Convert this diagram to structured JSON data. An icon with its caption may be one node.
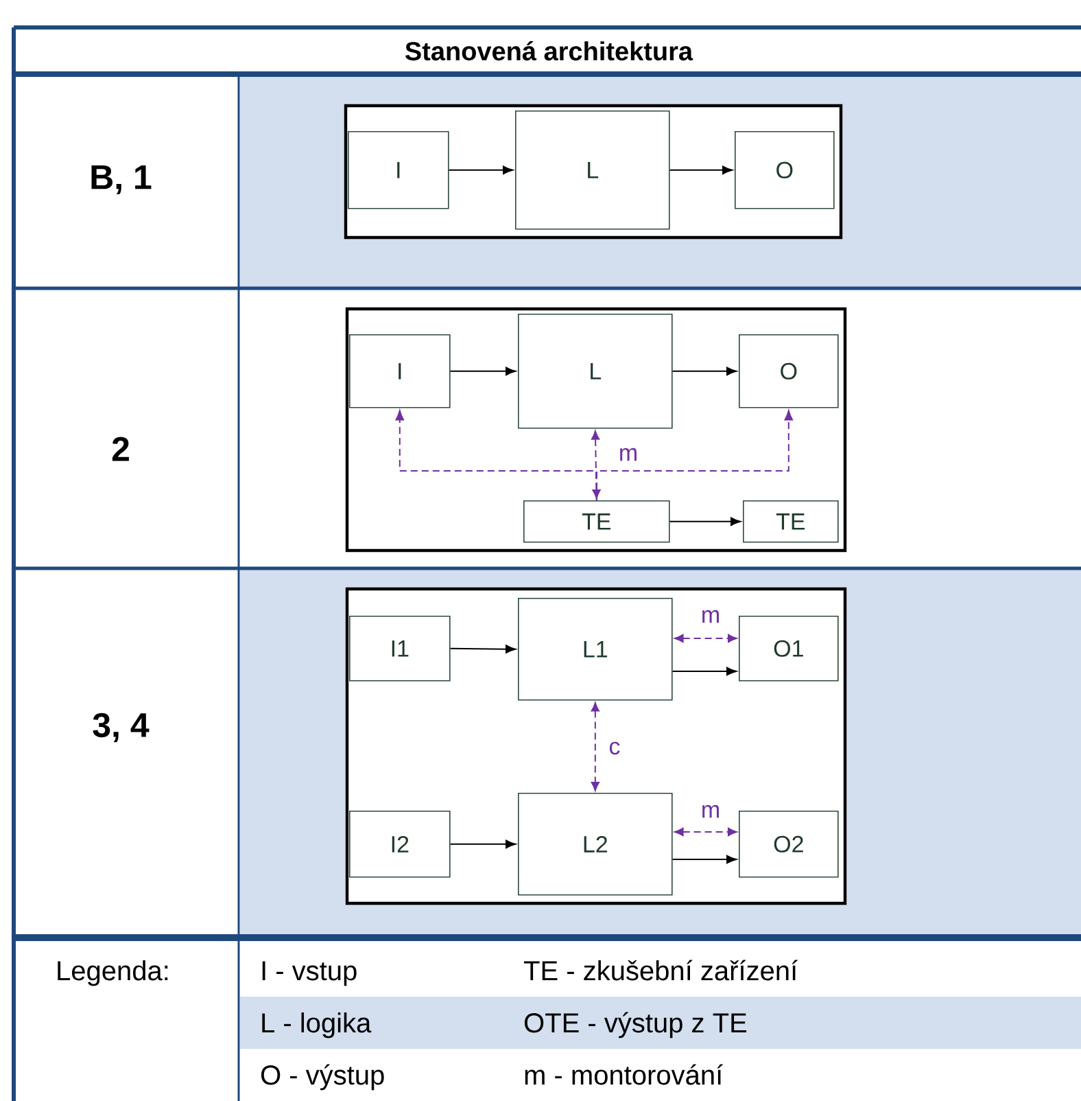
{
  "diagram": {
    "title": "Stanovená architektura",
    "nodes": [
      {
        "text": [],
        "shape": "box"
      },
      {
        "text": [
          "I"
        ],
        "in": 0
      },
      {
        "text": [
          "L"
        ],
        "in": 0
      },
      {
        "text": [
          "O"
        ],
        "in": 0
      },
      {
        "text": [],
        "shape": "box"
      },
      {
        "text": [
          "I"
        ],
        "in": 4
      },
      {
        "text": [
          "L"
        ],
        "in": 4
      },
      {
        "text": [
          "O"
        ],
        "in": 4
      },
      {
        "text": [
          "TE"
        ],
        "in": 4
      },
      {
        "text": [
          "TE"
        ],
        "in": 4
      },
      {
        "text": [],
        "shape": "box"
      },
      {
        "text": [
          "I1"
        ],
        "in": 10
      },
      {
        "text": [
          "L1"
        ],
        "in": 10
      },
      {
        "text": [
          "O1"
        ],
        "in": 10
      },
      {
        "text": [
          "I2"
        ],
        "in": 10
      },
      {
        "text": [
          "L2"
        ],
        "in": 10
      },
      {
        "text": [
          "O2"
        ],
        "in": 10
      }
    ],
    "edges": [
      {
        "from": 1,
        "to": 2,
        "arrow": "to"
      },
      {
        "from": 2,
        "to": 3,
        "arrow": "to"
      },
      {
        "from": 5,
        "to": 6,
        "arrow": "to"
      },
      {
        "from": 6,
        "to": 7,
        "arrow": "to"
      },
      {
        "from": 8,
        "to": 9,
        "arrow": "to"
      },
      {
        "from": 8,
        "to": 6,
        "arrow": "both",
        "style": "dashed",
        "color": "#7030a0",
        "label": "m"
      },
      {
        "from": 8,
        "to": 5,
        "arrow": "to",
        "style": "dashed",
        "color": "#7030a0"
      },
      {
        "from": 8,
        "to": 7,
        "arrow": "to",
        "style": "dashed",
        "color": "#7030a0"
      },
      {
        "from": 11,
        "to": 12,
        "arrow": "to"
      },
      {
        "from": 12,
        "to": 13,
        "arrow": "to"
      },
      {
        "from": 12,
        "to": 13,
        "arrow": "both",
        "style": "dashed",
        "color": "#7030a0",
        "label": "m"
      },
      {
        "from": 12,
        "to": 15,
        "arrow": "both",
        "style": "dashed",
        "color": "#7030a0",
        "label": "c"
      },
      {
        "from": 14,
        "to": 15,
        "arrow": "to"
      },
      {
        "from": 15,
        "to": 16,
        "arrow": "to"
      },
      {
        "from": 15,
        "to": 16,
        "arrow": "both",
        "style": "dashed",
        "color": "#7030a0",
        "label": "m"
      }
    ],
    "labels": [
      "B, 1",
      "2",
      "3, 4",
      "Legenda:",
      "I - vstup",
      "TE - zkušební zařízení",
      "L - logika",
      "OTE - výstup z TE",
      "O - výstup",
      "m - montorování"
    ]
  }
}
